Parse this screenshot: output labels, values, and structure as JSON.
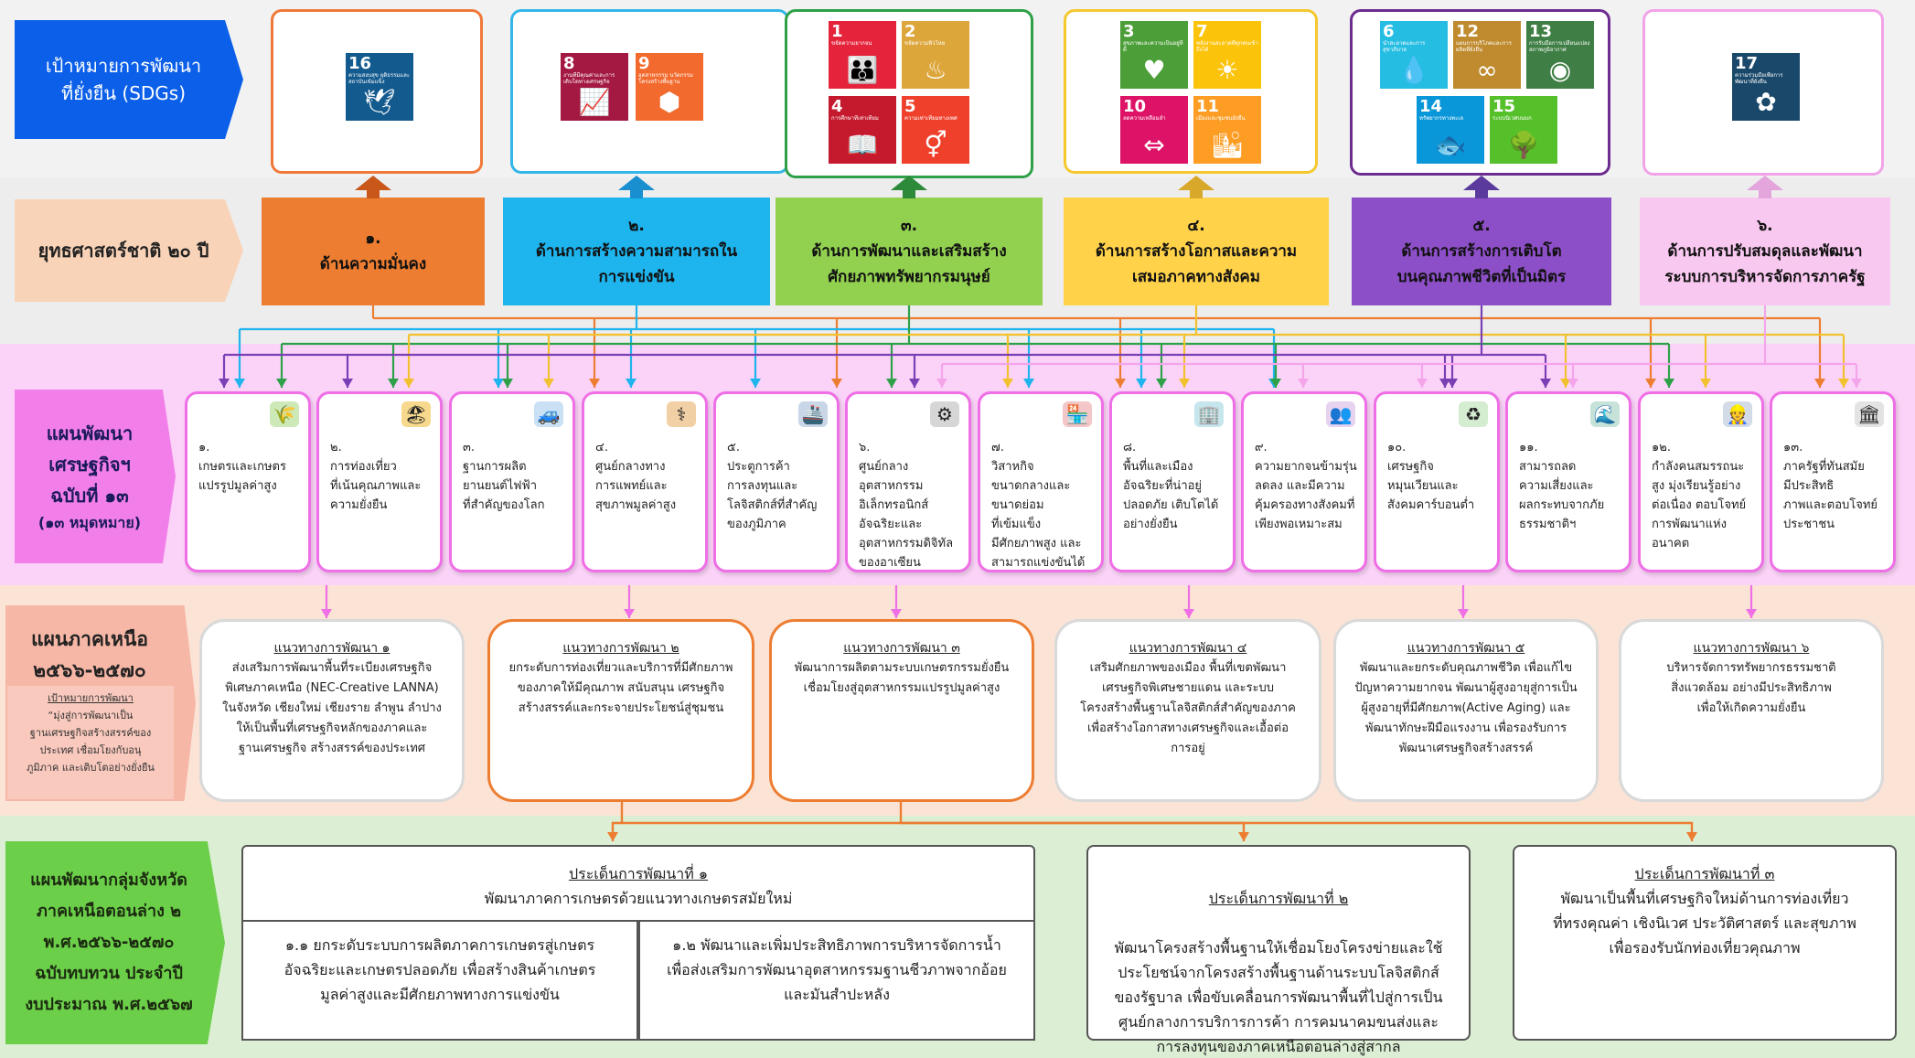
{
  "row_labels": {
    "sdgs": "เป้าหมายการพัฒนา\nที่ยั่งยืน (SDGs)",
    "strategy": "ยุทธศาสตร์ชาติ ๒๐ ปี",
    "nesdp": "แผนพัฒนา\nเศรษฐกิจฯ\nฉบับที่ ๑๓",
    "nesdp_sub": "(๑๓ หมุดหมาย)",
    "regional": "แผนภาคเหนือ\n๒๕๖๖-๒๕๗๐",
    "regional_goal_title": "เป้าหมายการพัฒนา",
    "regional_goal": "“มุ่งสู่การพัฒนาเป็น\nฐานเศรษฐกิจสร้างสรรค์ของ\nประเทศ เชื่อมโยงกับอนุ\nภูมิภาค และเติบโตอย่างยั่งยืน",
    "province": "แผนพัฒนากลุ่มจังหวัด\nภาคเหนือตอนล่าง ๒\nพ.ศ.๒๕๖๖-๒๕๗๐\nฉบับทบทวน ประจำปี\nงบประมาณ พ.ศ.๒๕๖๗"
  },
  "sdg_groups": [
    {
      "color": "#f0793a",
      "tiles": [
        {
          "num": "16",
          "text": "ความสงบสุข ยุติธรรมและสถาบันเข้มแข็ง",
          "bg": "#135a8e",
          "icon": "dove-icon",
          "glyph": "🕊"
        }
      ]
    },
    {
      "color": "#33b6e8",
      "tiles": [
        {
          "num": "8",
          "text": "งานที่มีคุณค่าและการเติบโตทางเศรษฐกิจ",
          "bg": "#a31942",
          "icon": "growth-icon",
          "glyph": "📈"
        },
        {
          "num": "9",
          "text": "อุตสาหกรรม นวัตกรรม โครงสร้างพื้นฐาน",
          "bg": "#f26a2d",
          "icon": "cubes-icon",
          "glyph": "⬢"
        }
      ]
    },
    {
      "color": "#2ea148",
      "tiles": [
        {
          "num": "1",
          "text": "ขจัดความยากจน",
          "bg": "#e5243b",
          "icon": "family-icon",
          "glyph": "👪"
        },
        {
          "num": "2",
          "text": "ขจัดความหิวโหย",
          "bg": "#dda63a",
          "icon": "bowl-icon",
          "glyph": "♨"
        },
        {
          "num": "4",
          "text": "การศึกษาที่เท่าเทียม",
          "bg": "#c5192d",
          "icon": "book-icon",
          "glyph": "📖"
        },
        {
          "num": "5",
          "text": "ความเท่าเทียมทางเพศ",
          "bg": "#ef402b",
          "icon": "gender-icon",
          "glyph": "⚥"
        }
      ]
    },
    {
      "color": "#f5c830",
      "tiles": [
        {
          "num": "3",
          "text": "สุขภาพและความเป็นอยู่ที่ดี",
          "bg": "#4c9f38",
          "icon": "heartbeat-icon",
          "glyph": "♥"
        },
        {
          "num": "7",
          "text": "พลังงานสะอาดที่ทุกคนเข้าถึงได้",
          "bg": "#fcc30b",
          "icon": "sun-icon",
          "glyph": "☀"
        },
        {
          "num": "10",
          "text": "ลดความเหลื่อมล้ำ",
          "bg": "#dd1367",
          "icon": "equality-icon",
          "glyph": "⇔"
        },
        {
          "num": "11",
          "text": "เมืองและชุมชนยั่งยืน",
          "bg": "#fd9d24",
          "icon": "city-icon",
          "glyph": "🏙"
        }
      ]
    },
    {
      "color": "#6d2c8f",
      "tiles": [
        {
          "num": "6",
          "text": "น้ำสะอาดและการสุขาภิบาล",
          "bg": "#26bde2",
          "icon": "water-icon",
          "glyph": "💧"
        },
        {
          "num": "12",
          "text": "แผนการบริโภคและการผลิตที่ยั่งยืน",
          "bg": "#bf8b2e",
          "icon": "infinity-icon",
          "glyph": "∞"
        },
        {
          "num": "13",
          "text": "การรับมือการเปลี่ยนแปลงสภาพภูมิอากาศ",
          "bg": "#3f7e44",
          "icon": "eye-icon",
          "glyph": "◉"
        },
        {
          "num": "14",
          "text": "ทรัพยากรทางทะเล",
          "bg": "#0a97d9",
          "icon": "fish-icon",
          "glyph": "🐟"
        },
        {
          "num": "15",
          "text": "ระบบนิเวศบนบก",
          "bg": "#56c02b",
          "icon": "tree-icon",
          "glyph": "🌳"
        }
      ]
    },
    {
      "color": "#f2a3e8",
      "tiles": [
        {
          "num": "17",
          "text": "ความร่วมมือเพื่อการพัฒนาที่ยั่งยืน",
          "bg": "#19486a",
          "icon": "partnership-icon",
          "glyph": "✿"
        }
      ]
    }
  ],
  "strategies": [
    {
      "num": "๑.",
      "text": "ด้านความมั่นคง",
      "color": "#ed7d31"
    },
    {
      "num": "๒.",
      "text": "ด้านการสร้างความสามารถใน\nการแข่งขัน",
      "color": "#1eb4ed"
    },
    {
      "num": "๓.",
      "text": "ด้านการพัฒนาและเสริมสร้าง\nศักยภาพทรัพยากรมนุษย์",
      "color": "#92d050"
    },
    {
      "num": "๔.",
      "text": "ด้านการสร้างโอกาสและความ\nเสมอภาคทางสังคม",
      "color": "#ffd24a"
    },
    {
      "num": "๕.",
      "text": "ด้านการสร้างการเติบโต\nบนคุณภาพชีวิตที่เป็นมิตร",
      "color": "#8d4fc7"
    },
    {
      "num": "๖.",
      "text": "ด้านการปรับสมดุลและพัฒนา\nระบบการบริหารจัดการภาครัฐ",
      "color": "#f9c8f0"
    }
  ],
  "milestones": [
    {
      "num": "๑.",
      "text": "เกษตรและเกษตร\nแปรรูปมูลค่าสูง",
      "icon": "agriculture-icon",
      "glyph": "🌾"
    },
    {
      "num": "๒.",
      "text": "การท่องเที่ยว\nที่เน้นคุณภาพและ\nความยั่งยืน",
      "icon": "tourism-icon",
      "glyph": "🏖"
    },
    {
      "num": "๓.",
      "text": "ฐานการผลิต\nยานยนต์ไฟฟ้า\nที่สำคัญของโลก",
      "icon": "ev-car-icon",
      "glyph": "🚙"
    },
    {
      "num": "๔.",
      "text": "ศูนย์กลางทาง\nการแพทย์และ\nสุขภาพมูลค่าสูง",
      "icon": "medical-icon",
      "glyph": "⚕"
    },
    {
      "num": "๕.",
      "text": "ประตูการค้า\nการลงทุนและ\nโลจิสติกส์ที่สำคัญ\nของภูมิภาค",
      "icon": "logistics-icon",
      "glyph": "🚢"
    },
    {
      "num": "๖.",
      "text": "ศูนย์กลาง\nอุตสาหกรรม\nอิเล็กทรอนิกส์\nอัจฉริยะและ\nอุตสาหกรรมดิจิทัล\nของอาเซียน",
      "icon": "electronics-icon",
      "glyph": "⚙"
    },
    {
      "num": "๗.",
      "text": "วิสาหกิจ\nขนาดกลางและ\nขนาดย่อม\nที่เข้มแข็ง\nมีศักยภาพสูง และ\nสามารถแข่งขันได้",
      "icon": "shop-icon",
      "glyph": "🏪"
    },
    {
      "num": "๘.",
      "text": "พื้นที่และเมือง\nอัจฉริยะที่น่าอยู่\nปลอดภัย เติบโตได้\nอย่างยั่งยืน",
      "icon": "smart-city-icon",
      "glyph": "🏢"
    },
    {
      "num": "๙.",
      "text": "ความยากจนข้ามรุ่น\nลดลง และมีความ\nคุ้มครองทางสังคมที่\nเพียงพอเหมาะสม",
      "icon": "people-icon",
      "glyph": "👥"
    },
    {
      "num": "๑๐.",
      "text": "เศรษฐกิจ\nหมุนเวียนและ\nสังคมคาร์บอนต่ำ",
      "icon": "recycle-icon",
      "glyph": "♻"
    },
    {
      "num": "๑๑.",
      "text": "สามารถลด\nความเสี่ยงและ\nผลกระทบจากภัย\nธรรมชาติฯ",
      "icon": "landscape-icon",
      "glyph": "🌊"
    },
    {
      "num": "๑๒.",
      "text": "กำลังคนสมรรถนะ\nสูง มุ่งเรียนรู้อย่าง\nต่อเนื่อง ตอบโจทย์\nการพัฒนาแห่ง\nอนาคต",
      "icon": "workforce-icon",
      "glyph": "👷"
    },
    {
      "num": "๑๓.",
      "text": "ภาครัฐที่ทันสมัย\nมีประสิทธิ\nภาพและตอบโจทย์\nประชาชน",
      "icon": "government-icon",
      "glyph": "🏛"
    }
  ],
  "approaches": [
    {
      "title": "แนวทางการพัฒนา ๑",
      "text": "ส่งเสริมการพัฒนาพื้นที่ระเบียงเศรษฐกิจ\nพิเศษภาคเหนือ (NEC-Creative LANNA)\nในจังหวัด เชียงใหม่ เชียงราย ลำพูน ลำปาง\nให้เป็นพื้นที่เศรษฐกิจหลักของภาคและ\nฐานเศรษฐกิจ สร้างสรรค์ของประเทศ"
    },
    {
      "title": "แนวทางการพัฒนา ๒",
      "text": "ยกระดับการท่องเที่ยวและบริการที่มีศักยภาพ\nของภาคให้มีคุณภาพ สนับสนุน เศรษฐกิจ\nสร้างสรรค์และกระจายประโยชน์สู่ชุมชน"
    },
    {
      "title": "แนวทางการพัฒนา ๓",
      "text": "พัฒนาการผลิตตามระบบเกษตรกรรมยั่งยืน\nเชื่อมโยงสู่อุตสาหกรรมแปรรูปมูลค่าสูง"
    },
    {
      "title": "แนวทางการพัฒนา ๔",
      "text": "เสริมศักยภาพของเมือง พื้นที่เขตพัฒนา\nเศรษฐกิจพิเศษชายแดน และระบบ\nโครงสร้างพื้นฐานโลจิสติกส์สำคัญของภาค\nเพื่อสร้างโอกาสทางเศรษฐกิจและเอื้อต่อ\nการอยู่"
    },
    {
      "title": "แนวทางการพัฒนา ๕",
      "text": "พัฒนาและยกระดับคุณภาพชีวิต เพื่อแก้ไข\nปัญหาความยากจน พัฒนาผู้สูงอายุสู่การเป็น\nผู้สูงอายุที่มีศักยภาพ(Active Aging) และ\nพัฒนาทักษะฝีมือแรงงาน เพื่อรองรับการ\nพัฒนาเศรษฐกิจสร้างสรรค์"
    },
    {
      "title": "แนวทางการพัฒนา ๖",
      "text": "บริหารจัดการทรัพยากรธรรมชาติ\nสิ่งแวดล้อม อย่างมีประสิทธิภาพ\nเพื่อให้เกิดความยั่งยืน"
    }
  ],
  "issues": [
    {
      "title": "ประเด็นการพัฒนาที่ ๑",
      "text": "พัฒนาภาคการเกษตรด้วยแนวทางเกษตรสมัยใหม่"
    },
    {
      "title": "ประเด็นการพัฒนาที่ ๒",
      "text": "พัฒนาโครงสร้างพื้นฐานให้เชื่อมโยงโครงข่ายและใช้\nประโยชน์จากโครงสร้างพื้นฐานด้านระบบโลจิสติกส์\nของรัฐบาล เพื่อขับเคลื่อนการพัฒนาพื้นที่ไปสู่การเป็น\nศูนย์กลางการบริการการค้า การคมนาคมขนส่งและ\nการลงทุนของภาคเหนือตอนล่างสู่สากล"
    },
    {
      "title": "ประเด็นการพัฒนาที่ ๓",
      "text": "พัฒนาเป็นพื้นที่เศรษฐกิจใหม่ด้านการท่องเที่ยว\nที่ทรงคุณค่า เชิงนิเวศ ประวัติศาสตร์ และสุขภาพ\nเพื่อรองรับนักท่องเที่ยวคุณภาพ"
    }
  ],
  "sub_issues": [
    {
      "text": "๑.๑ ยกระดับระบบการผลิตภาคการเกษตรสู่เกษตร\nอัจฉริยะและเกษตรปลอดภัย เพื่อสร้างสินค้าเกษตร\nมูลค่าสูงและมีศักยภาพทางการแข่งขัน"
    },
    {
      "text": "๑.๒ พัฒนาและเพิ่มประสิทธิภาพการบริหารจัดการน้ำ\nเพื่อส่งเสริมการพัฒนาอุตสาหกรรมฐานชีวภาพจากอ้อย\nและมันสำปะหลัง"
    }
  ]
}
